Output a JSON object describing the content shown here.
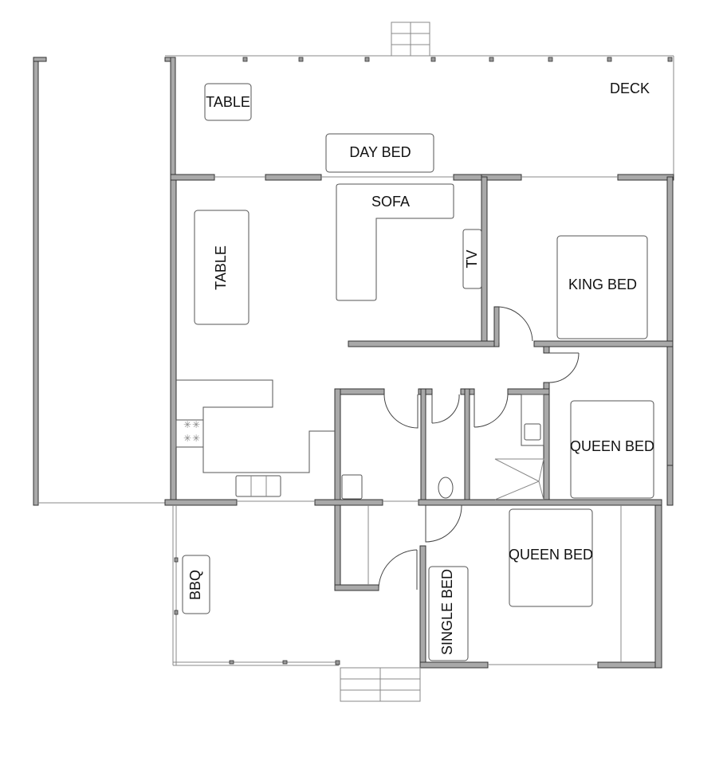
{
  "plan": {
    "rooms": {
      "deck": "DECK"
    },
    "furniture": {
      "deck_table": "TABLE",
      "day_bed": "DAY BED",
      "sofa": "SOFA",
      "tv": "TV",
      "dining_table": "TABLE",
      "king_bed": "KING BED",
      "queen_bed_1": "QUEEN BED",
      "queen_bed_2": "QUEEN BED",
      "single_bed": "SINGLE BED",
      "bbq": "BBQ"
    }
  }
}
